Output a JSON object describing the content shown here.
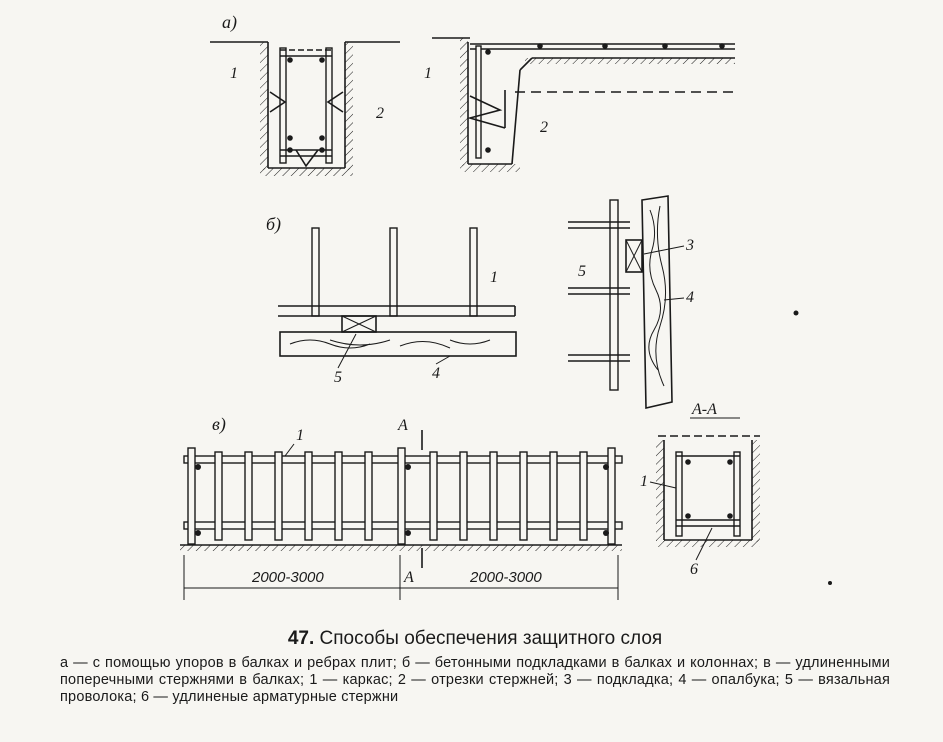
{
  "labels": {
    "panel_a": "а)",
    "panel_b": "б)",
    "panel_v": "в)",
    "section": "А-А",
    "cut": "А",
    "n1": "1",
    "n2": "2",
    "n3": "3",
    "n4": "4",
    "n5": "5",
    "n6": "6"
  },
  "dimensions": {
    "left": "2000-3000",
    "right": "2000-3000"
  },
  "caption": {
    "number": "47.",
    "title": "Способы обеспечения защитного слоя",
    "body": "а — с помощью упоров в балках и ребрах плит; б — бетонными подкладками в балках и колоннах; в — удлиненными поперечными стержнями в балках; 1 — каркас; 2 — отрезки стержней; 3 — подкладка; 4 — опалбука; 5 — вязальная проволока; 6 — удлиненые арматурные стержни"
  }
}
